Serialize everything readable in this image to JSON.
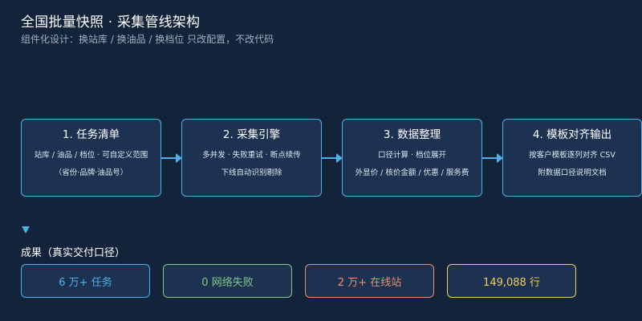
{
  "header": {
    "title": "全国批量快照 · 采集管线架构",
    "subtitle": "组件化设计：换站库 / 换油品 / 换档位 只改配置，不改代码"
  },
  "stages": [
    {
      "title": "1. 任务清单",
      "line1": "站库 / 油品 / 档位 · 可自定义范围",
      "line2": "（省份·品牌·油品号）"
    },
    {
      "title": "2. 采集引擎",
      "line1": "多并发 · 失败重试 · 断点续传",
      "line2": "下线自动识别剔除"
    },
    {
      "title": "3. 数据整理",
      "line1": "口径计算 · 档位展开",
      "line2": "外显价 / 核价金额 / 优惠 / 服务费"
    },
    {
      "title": "4. 模板对齐输出",
      "line1": "按客户模板逐列对齐 CSV",
      "line2": "附数据口径说明文档"
    }
  ],
  "results": {
    "heading": "成果（真实交付口径）",
    "items": [
      {
        "label": "6 万+ 任务",
        "color": "#4db2ea"
      },
      {
        "label": "0 网络失败",
        "color": "#7ec98a"
      },
      {
        "label": "2 万+ 在线站",
        "color": "#ef8d6e"
      },
      {
        "label": "149,088 行",
        "color": "#f2cf5b"
      }
    ]
  },
  "colors": {
    "background": "#13243a",
    "box_fill": "#1c3250",
    "accent": "#4db2ea"
  }
}
